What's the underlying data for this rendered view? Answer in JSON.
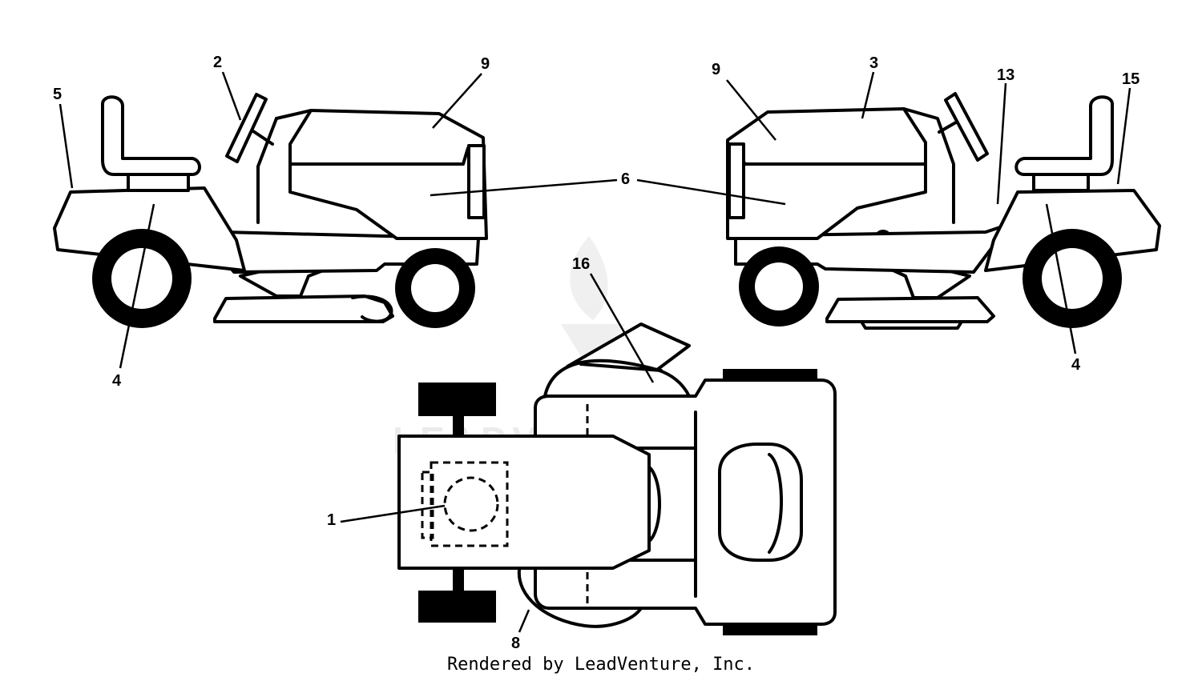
{
  "watermark": "LEADVENTURE",
  "footer": "Rendered by LeadVenture, Inc.",
  "callouts": {
    "c1": "1",
    "c2": "2",
    "c3": "3",
    "c4a": "4",
    "c4b": "4",
    "c5": "5",
    "c6": "6",
    "c8": "8",
    "c9a": "9",
    "c9b": "9",
    "c13": "13",
    "c15": "15",
    "c16": "16"
  }
}
